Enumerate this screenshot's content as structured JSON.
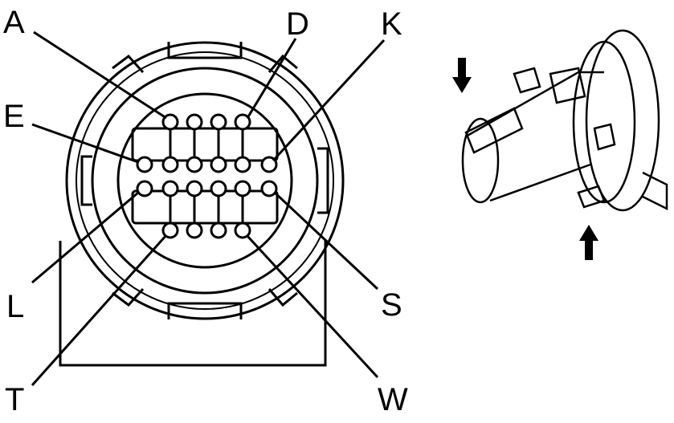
{
  "labels": {
    "A": "A",
    "D": "D",
    "K": "K",
    "E": "E",
    "L": "L",
    "S": "S",
    "T": "T",
    "W": "W"
  }
}
